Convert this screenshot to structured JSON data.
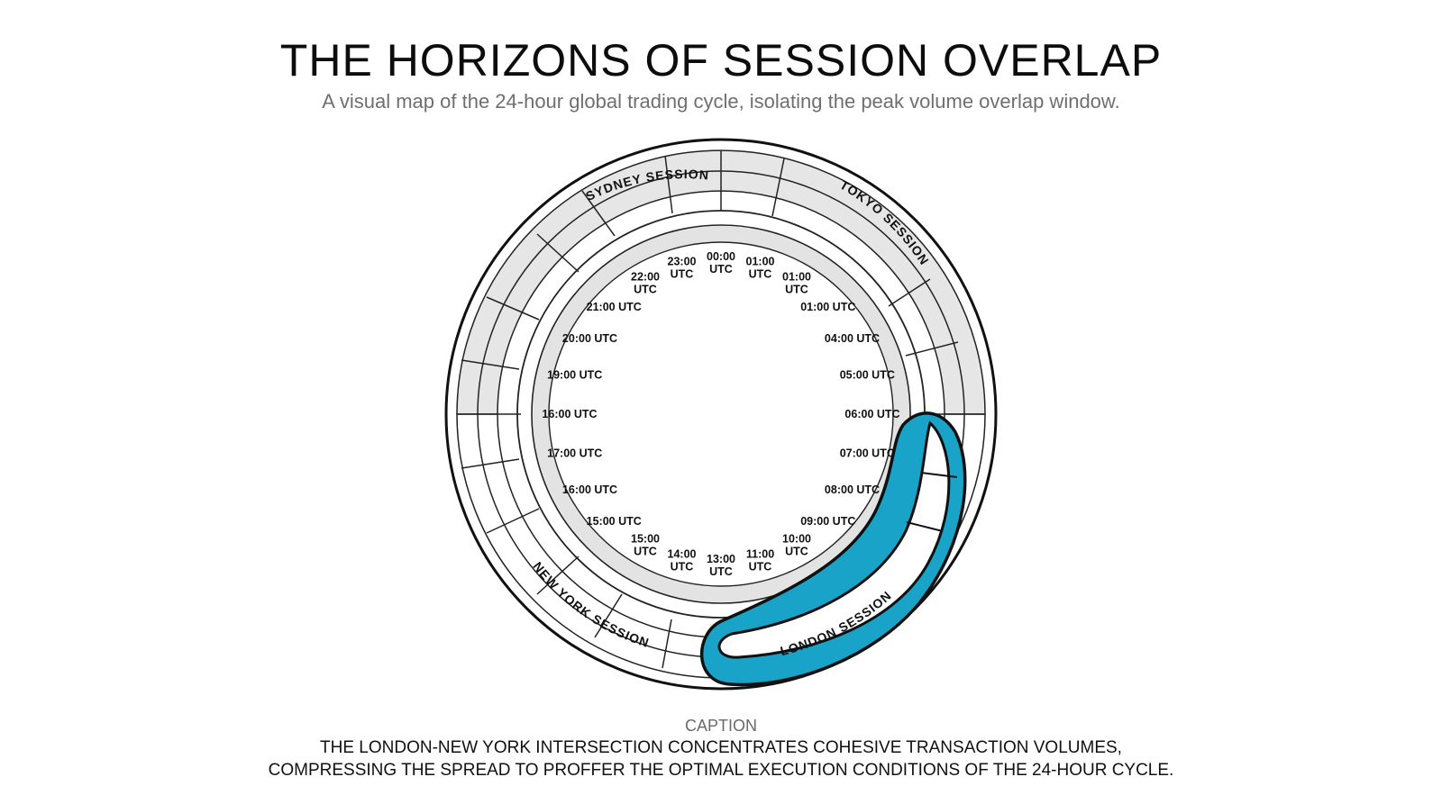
{
  "title": "THE HORIZONS OF SESSION OVERLAP",
  "subtitle": "A visual map of the 24-hour global trading cycle, isolating the peak volume overlap window.",
  "colors": {
    "overlap": "#1aa3c8",
    "ring_grey": "#e6e6e6",
    "stroke": "#111111"
  },
  "sessions": {
    "sydney": "SYDNEY SESSION",
    "tokyo": "TOKYO SESSION",
    "new_york": "NEW YORK SESSION",
    "london": "LONDON SESSION"
  },
  "hours": [
    [
      "00:00",
      "UTC"
    ],
    [
      "01:00",
      "UTC"
    ],
    [
      "01:00",
      "UTC"
    ],
    [
      "01:00 UTC"
    ],
    [
      "04:00 UTC"
    ],
    [
      "05:00 UTC"
    ],
    [
      "06:00 UTC"
    ],
    [
      "07:00 UTC"
    ],
    [
      "08:00 UTC"
    ],
    [
      "09:00 UTC"
    ],
    [
      "10:00",
      "UTC"
    ],
    [
      "11:00",
      "UTC"
    ],
    [
      "13:00",
      "UTC"
    ],
    [
      "14:00",
      "UTC"
    ],
    [
      "15:00",
      "UTC"
    ],
    [
      "15:00 UTC"
    ],
    [
      "16:00 UTC"
    ],
    [
      "17:00 UTC"
    ],
    [
      "16:00 UTC"
    ],
    [
      "19:00 UTC"
    ],
    [
      "20:00 UTC"
    ],
    [
      "21:00 UTC"
    ],
    [
      "22:00",
      "UTC"
    ],
    [
      "23:00",
      "UTC"
    ]
  ],
  "caption": {
    "label": "CAPTION",
    "line1": "THE LONDON-NEW YORK INTERSECTION CONCENTRATES COHESIVE TRANSACTION VOLUMES,",
    "line2": "COMPRESSING THE SPREAD TO PROFFER THE OPTIMAL EXECUTION CONDITIONS OF THE 24-HOUR CYCLE."
  }
}
